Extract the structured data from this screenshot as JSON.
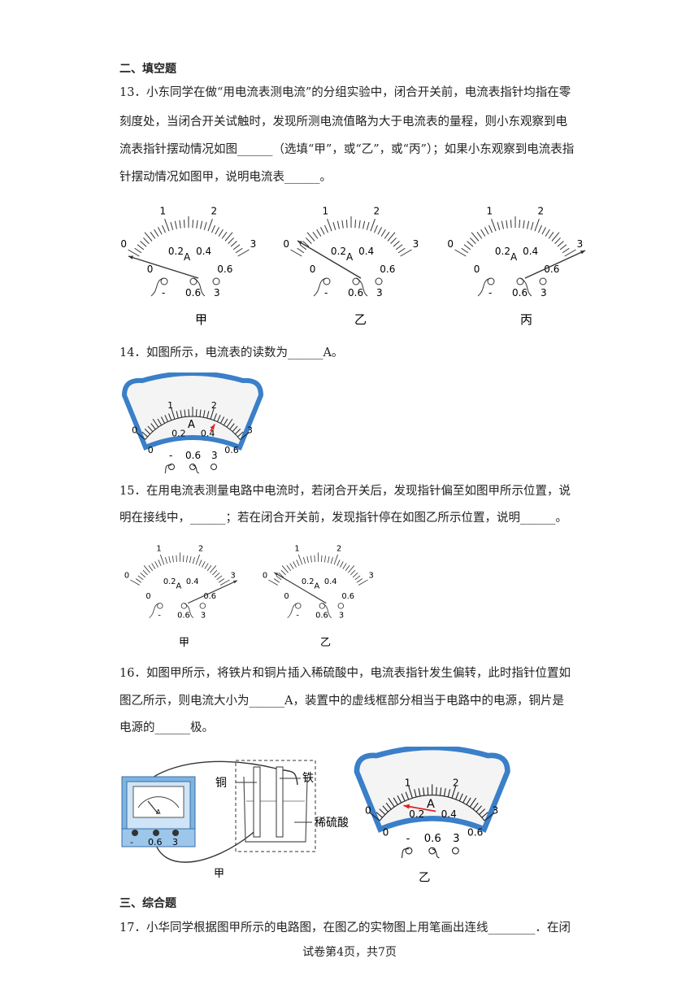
{
  "section2_title": "二、填空题",
  "q13": {
    "line1": "13．小东同学在做“用电流表测电流”的分组实验中，闭合开关前，电流表指针均指在零",
    "line2": "刻度处，当闭合开关试触时，发现所测电流值略为大于电流表的量程，则小东观察到电",
    "line3": "流表指针摆动情况如图______（选填“甲”，或“乙”，或“丙”）；如果小东观察到电流表指",
    "line4": "针摆动情况如图甲，说明电流表______。"
  },
  "meter": {
    "big_scale": [
      "0",
      "1",
      "2",
      "3"
    ],
    "small_scale": [
      "0",
      "0.2",
      "0.4",
      "0.6"
    ],
    "unit": "A",
    "term_minus": "-",
    "term_06": "0.6",
    "term_3": "3"
  },
  "q13_captions": [
    "甲",
    "乙",
    "丙"
  ],
  "q14": {
    "text": "14．如图所示，电流表的读数为______A。"
  },
  "q15": {
    "line1": "15．在用电流表测量电路中电流时，若闭合开关后，发现指针偏至如图甲所示位置，说",
    "line2": "明在接线中，______；若在闭合开关前，发现指针停在如图乙所示位置，说明______。"
  },
  "q15_captions": [
    "甲",
    "乙"
  ],
  "q16": {
    "line1": "16．如图甲所示，将铁片和铜片插入稀硫酸中，电流表指针发生偏转，此时指针位置如",
    "line2": "图乙所示，则电流大小为______A，装置中的虚线框部分相当于电路中的电源，铜片是",
    "line3": "电源的______极。"
  },
  "q16_labels": {
    "copper": "铜",
    "iron": "铁",
    "acid": "稀硫酸",
    "jia": "甲",
    "yi": "乙"
  },
  "section3_title": "三、综合题",
  "q17": {
    "line1": "17．小华同学根据图甲所示的电路图，在图乙的实物图上用笔画出连线________．在闭"
  },
  "footer": "试卷第4页，共7页",
  "colors": {
    "needle_red": "#e02020",
    "meter_blue": "#3a7fc8",
    "meter_face": "#f4f4f4"
  }
}
